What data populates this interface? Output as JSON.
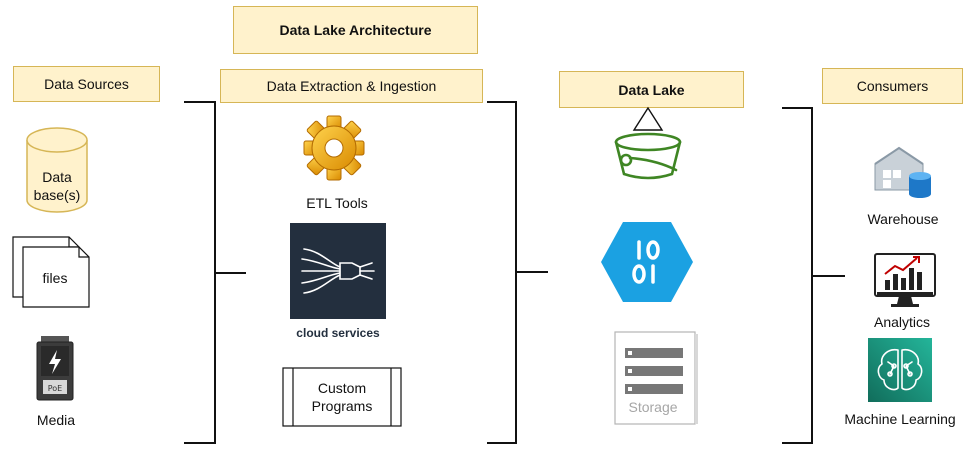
{
  "title": "Data Lake Architecture",
  "columns": {
    "sources": {
      "header": "Data Sources",
      "items": {
        "database": "Data\nbase(s)",
        "files": "files",
        "media": "Media"
      }
    },
    "ingestion": {
      "header": "Data Extraction & Ingestion",
      "items": {
        "etl": "ETL Tools",
        "cloud": "cloud services",
        "custom": "Custom\nPrograms"
      }
    },
    "lake": {
      "header": "Data Lake",
      "items": {
        "bucket_icon": "bucket-icon",
        "binary_icon": "binary-data-icon",
        "storage": "Storage"
      }
    },
    "consumers": {
      "header": "Consumers",
      "items": {
        "warehouse": "Warehouse",
        "analytics": "Analytics",
        "ml": "Machine Learning"
      }
    }
  },
  "colors": {
    "header_fill": "#fff2cc",
    "header_border": "#d6b656",
    "bucket_green": "#3f8624",
    "azure_blue": "#1ba1e2",
    "ml_teal": "#16897a",
    "gear_orange": "#f0a81e"
  },
  "media_badge": "PoE"
}
